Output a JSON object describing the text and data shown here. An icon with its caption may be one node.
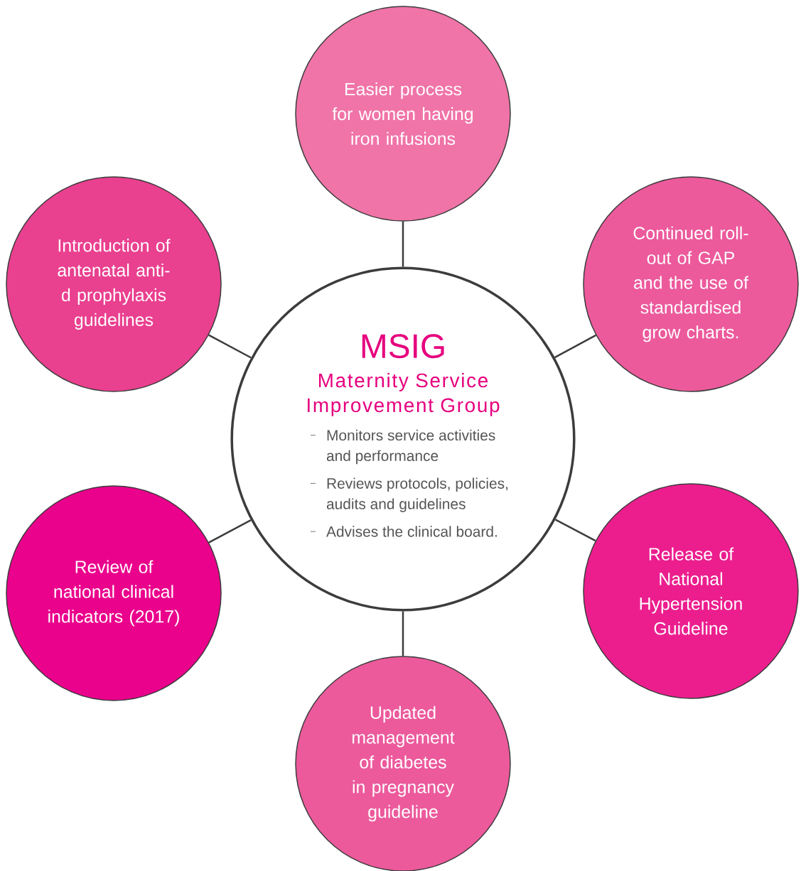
{
  "diagram": {
    "nodes": [
      {
        "text": [
          "Easier process for women having iron infusions"
        ]
      },
      {
        "text": [
          "Introduction of antenatal anti-d prophylaxis guidelines"
        ]
      },
      {
        "text": [
          "Continued roll-out of GAP and the use of standardised grow charts."
        ]
      },
      {
        "text": [
          "MSIG",
          "Maternity Service Improvement Group",
          "Monitors service activities and performance",
          "Reviews protocols, policies, audits and guidelines",
          "Advises the clinical board."
        ]
      },
      {
        "text": [
          "Review of national clinical indicators (2017)"
        ]
      },
      {
        "text": [
          "Release of National Hypertension Guideline"
        ]
      },
      {
        "text": [
          "Updated management of diabetes in pregnancy guideline"
        ]
      }
    ],
    "edges": [
      {
        "from": 3,
        "to": 0,
        "arrow": "none"
      },
      {
        "from": 3,
        "to": 1,
        "arrow": "none"
      },
      {
        "from": 3,
        "to": 2,
        "arrow": "none"
      },
      {
        "from": 3,
        "to": 4,
        "arrow": "none"
      },
      {
        "from": 3,
        "to": 5,
        "arrow": "none"
      },
      {
        "from": 3,
        "to": 6,
        "arrow": "none"
      }
    ]
  }
}
